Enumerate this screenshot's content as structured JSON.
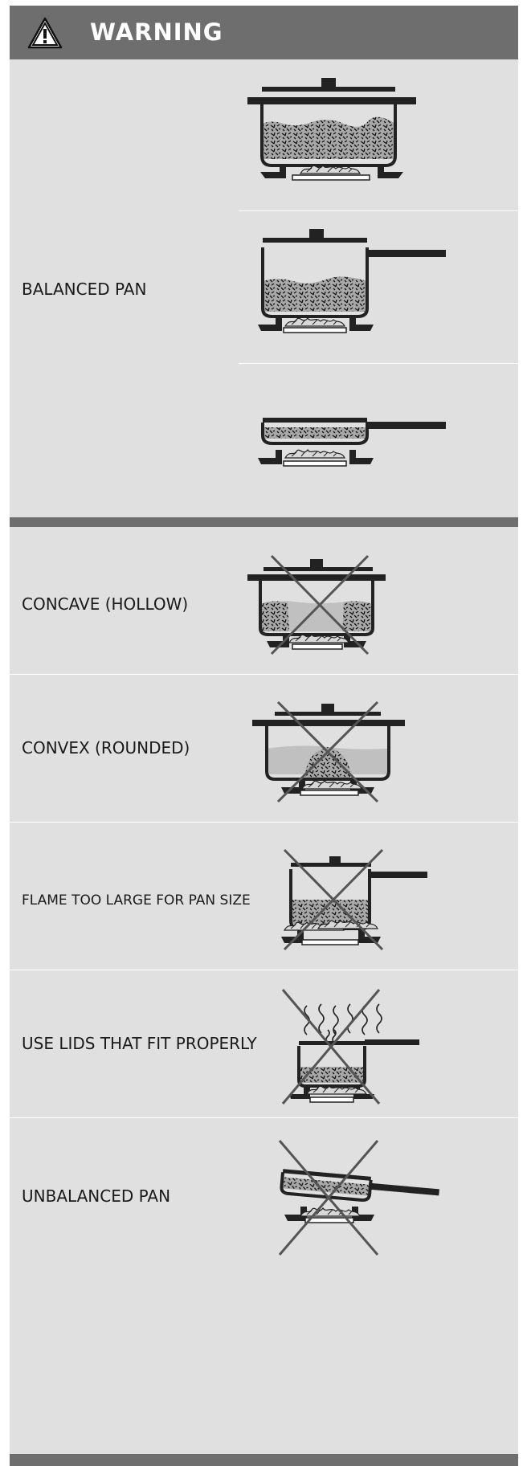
{
  "header": {
    "title": "WARNING",
    "icon": "warning-triangle-icon"
  },
  "colors": {
    "header_bg": "#6e6e6e",
    "panel_bg": "#e0e0e0",
    "text": "#1a1a1a"
  },
  "sections": {
    "balanced": {
      "label": "BALANCED PAN"
    },
    "concave": {
      "label": "CONCAVE (HOLLOW)"
    },
    "convex": {
      "label": "CONVEX (ROUNDED)"
    },
    "flame": {
      "label": "FLAME TOO LARGE FOR PAN SIZE"
    },
    "lids": {
      "label": "USE LIDS THAT FIT PROPERLY"
    },
    "unbalanced": {
      "label": "UNBALANCED PAN"
    }
  }
}
